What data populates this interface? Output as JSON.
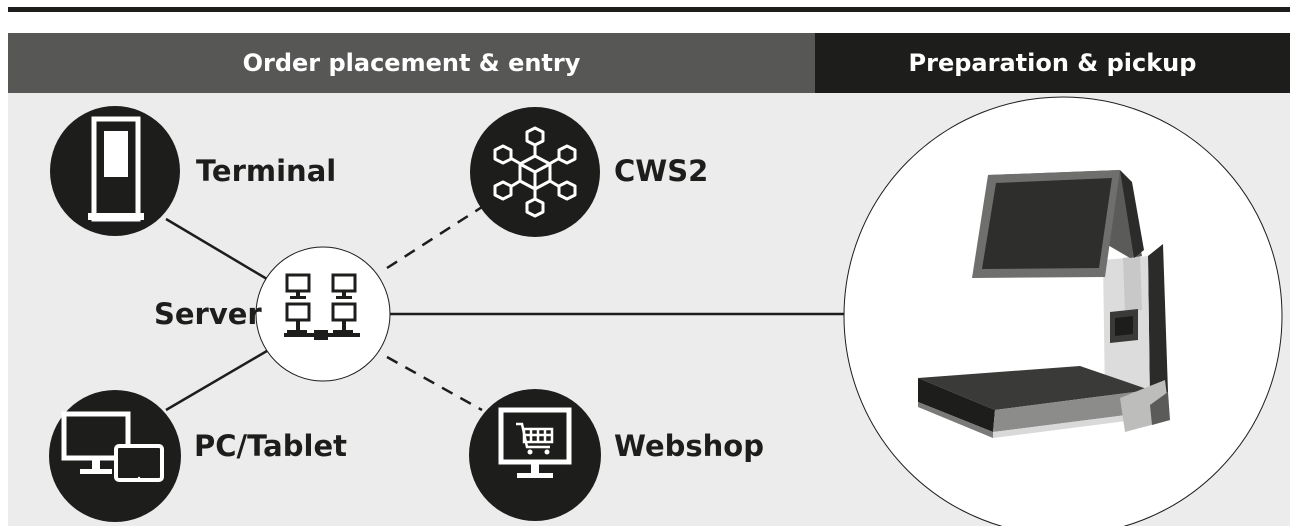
{
  "header": {
    "left_title": "Order placement & entry",
    "right_title": "Preparation & pickup"
  },
  "nodes": {
    "terminal": {
      "label": "Terminal",
      "icon": "kiosk-terminal-icon"
    },
    "server": {
      "label": "Server",
      "icon": "network-server-icon"
    },
    "pc_tablet": {
      "label": "PC/Tablet",
      "icon": "pc-tablet-icon"
    },
    "cws2": {
      "label": "CWS2",
      "icon": "cloud-network-cubes-icon"
    },
    "webshop": {
      "label": "Webshop",
      "icon": "webshop-cart-monitor-icon"
    },
    "scale": {
      "icon": "retail-scale-device-icon"
    }
  },
  "colors": {
    "dark": "#1d1d1b",
    "header_left": "#575756",
    "panel": "#ececec"
  }
}
